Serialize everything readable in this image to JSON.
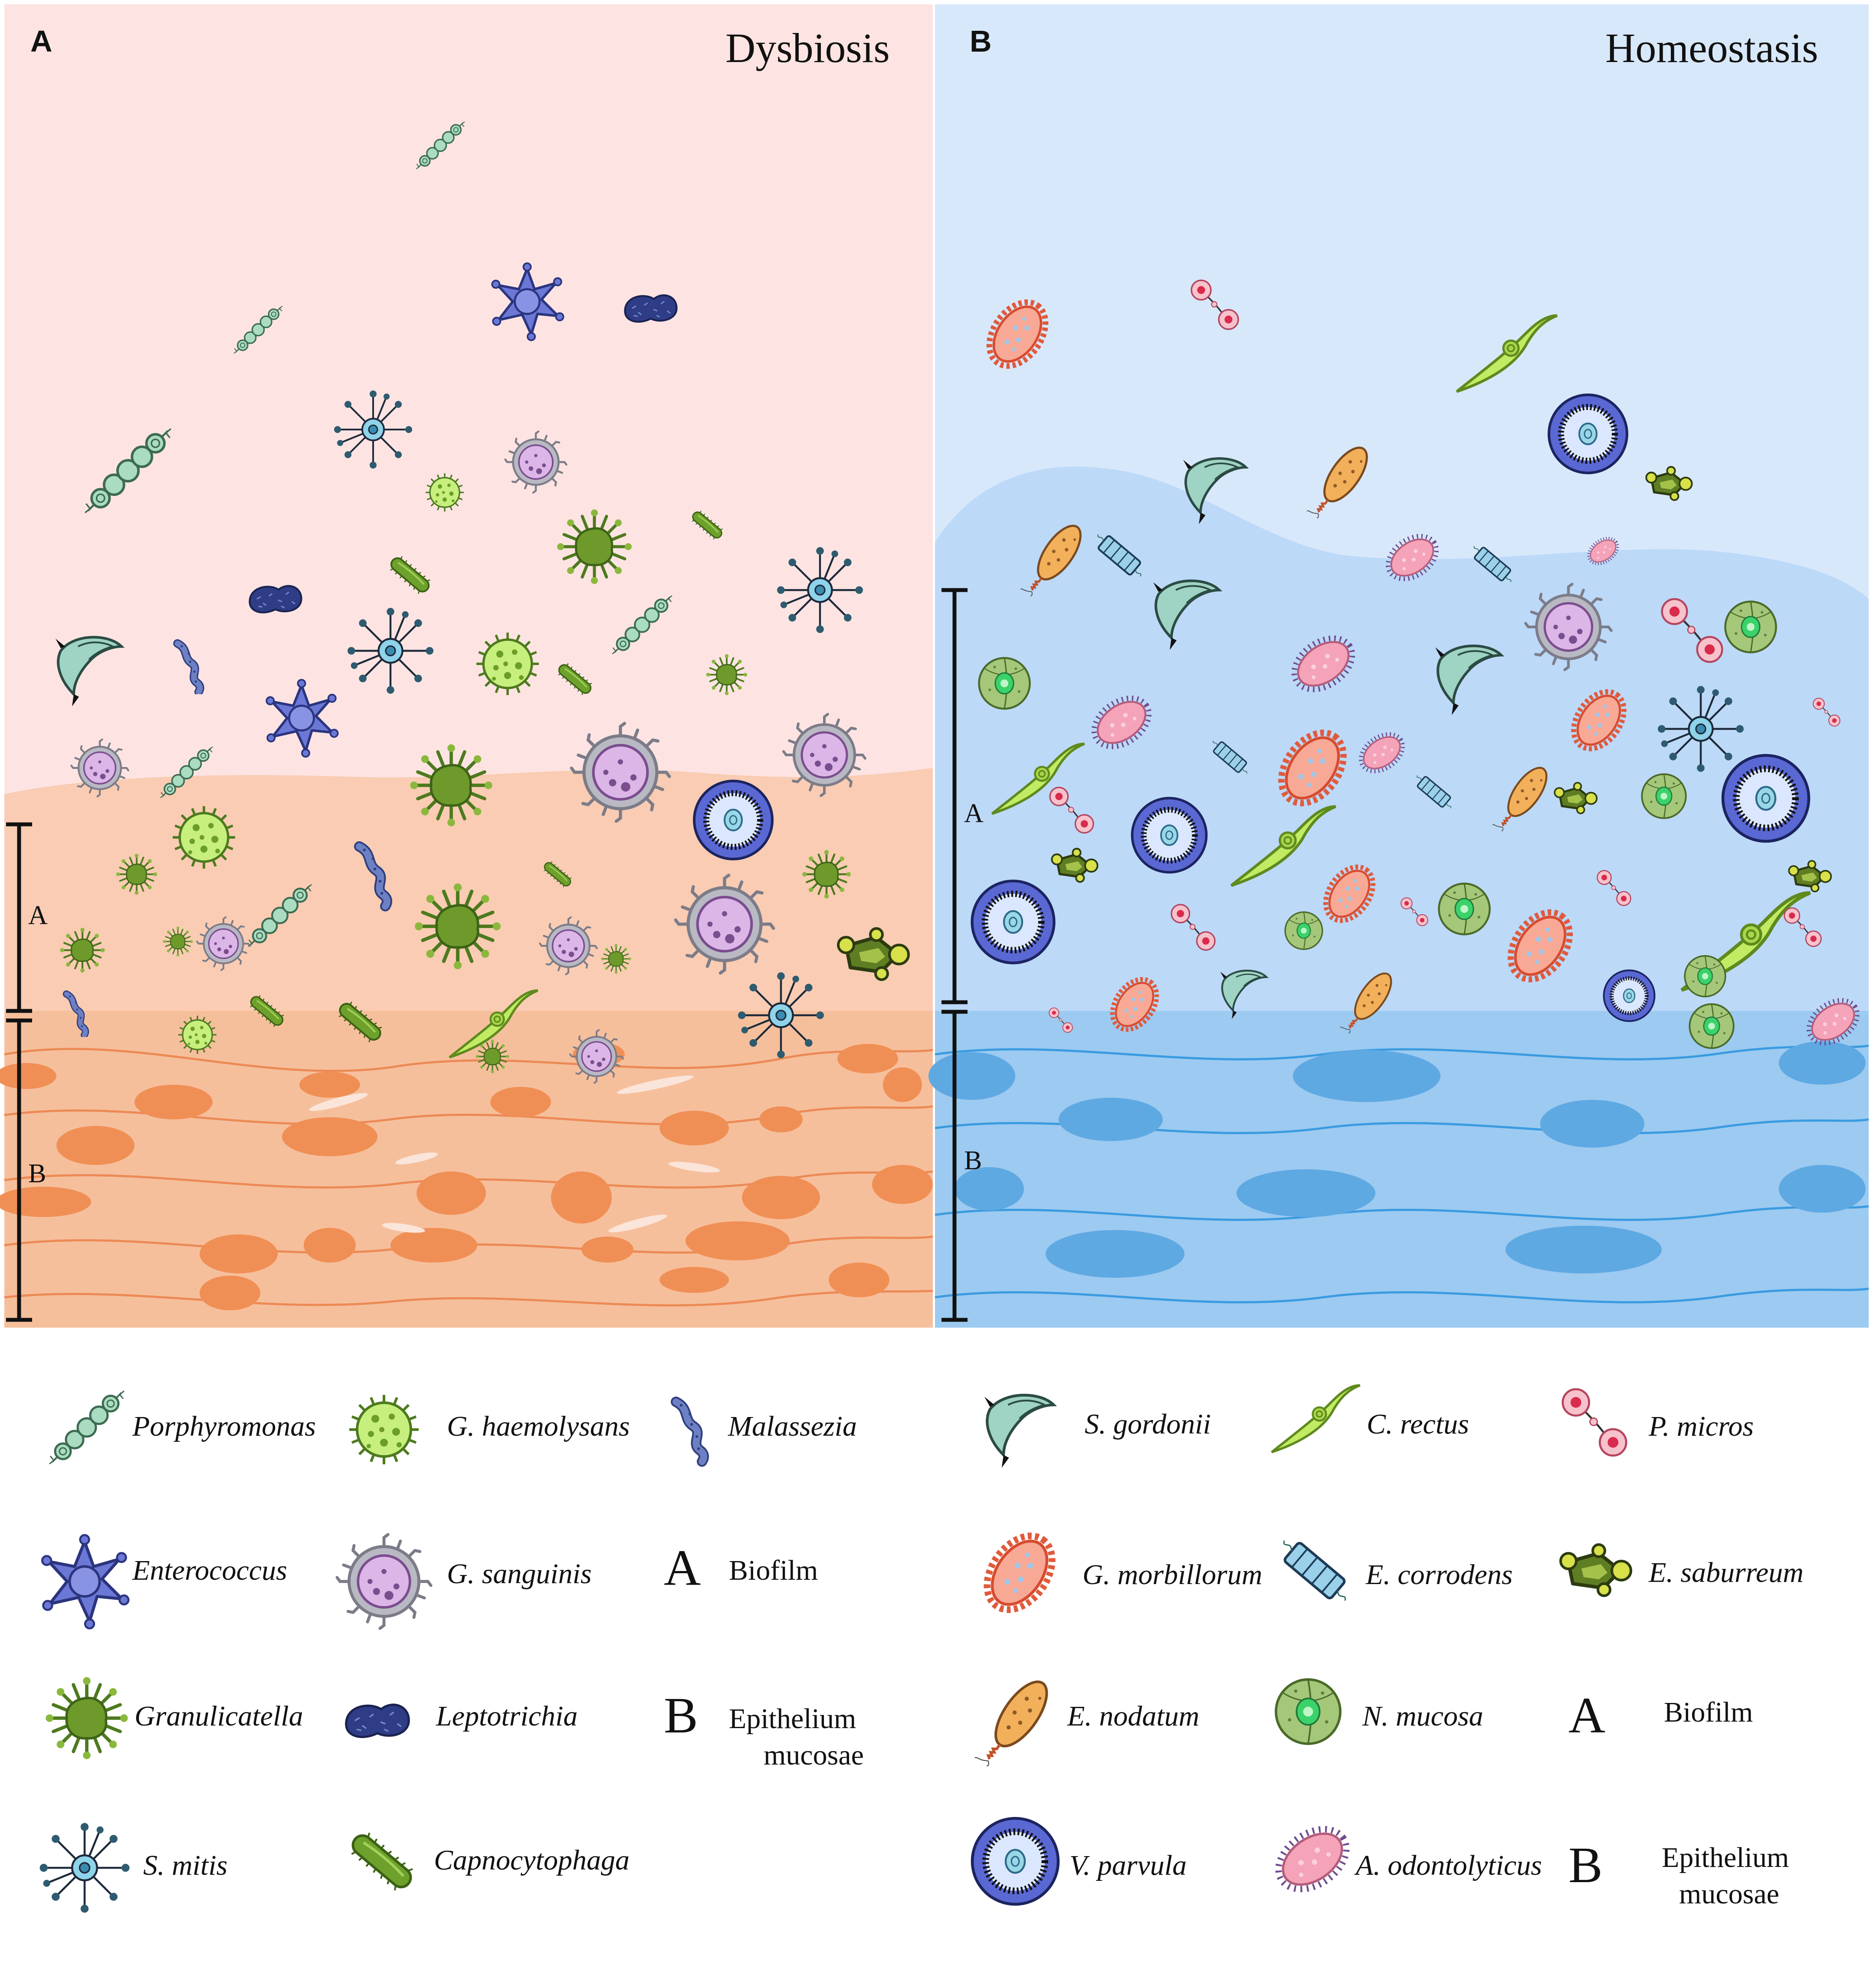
{
  "panels": {
    "left": {
      "letter": "A",
      "title": "Dysbiosis",
      "bracket_a": "A",
      "bracket_b": "B"
    },
    "right": {
      "letter": "B",
      "title": "Homeostasis",
      "bracket_a": "A",
      "bracket_b": "B"
    }
  },
  "colors": {
    "dysbiosis_bg": "#fde4e2",
    "dysbiosis_biofilm": "#f9ccb3",
    "dysbiosis_epithelium": "#f6bf9c",
    "dysbiosis_cell": "#f08f55",
    "homeostasis_bg": "#d8e8fb",
    "homeostasis_biofilm": "#bcd9f8",
    "homeostasis_epithelium": "#9ccaf0",
    "homeostasis_cell": "#5fa9e3"
  },
  "legend_left": {
    "porphyromonas": "Porphyromonas",
    "g_haemolysans": "G. haemolysans",
    "malassezia": "Malassezia",
    "enterococcus": "Enterococcus",
    "g_sanguinis": "G. sanguinis",
    "biofilm_letter": "A",
    "biofilm": "Biofilm",
    "granulicatella": "Granulicatella",
    "leptotrichia": "Leptotrichia",
    "epithelium_letter": "B",
    "epithelium_line1": "Epithelium",
    "epithelium_line2": "mucosae",
    "s_mitis": "S. mitis",
    "capnocytophaga": "Capnocytophaga"
  },
  "legend_right": {
    "s_gordonii": "S. gordonii",
    "c_rectus": "C. rectus",
    "p_micros": "P. micros",
    "g_morbillorum": "G. morbillorum",
    "e_corrodens": "E. corrodens",
    "e_saburreum": "E. saburreum",
    "e_nodatum": "E. nodatum",
    "n_mucosa": "N. mucosa",
    "biofilm_letter": "A",
    "biofilm": "Biofilm",
    "v_parvula": "V. parvula",
    "a_odontolyticus": "A. odontolyticus",
    "epithelium_letter": "B",
    "epithelium_line1": "Epithelium",
    "epithelium_line2": "mucosae"
  }
}
